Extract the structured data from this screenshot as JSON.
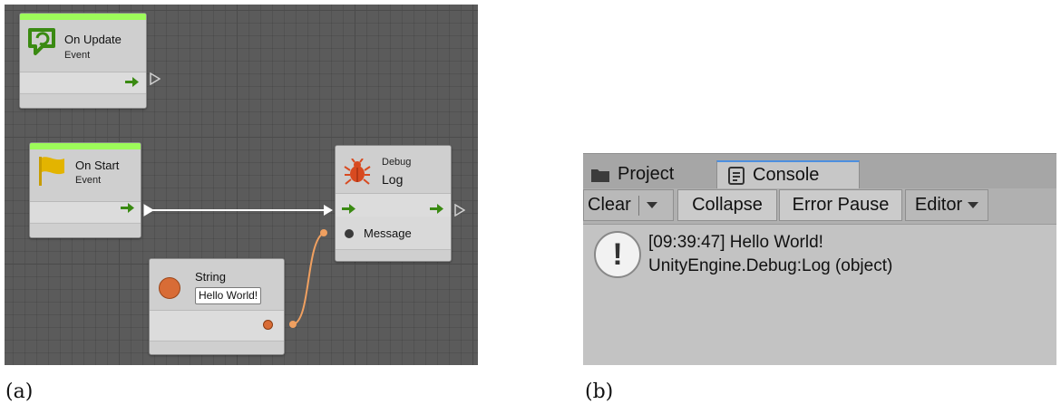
{
  "graph": {
    "on_update": {
      "title": "On Update",
      "subtitle": "Event"
    },
    "on_start": {
      "title": "On Start",
      "subtitle": "Event"
    },
    "debug_log": {
      "title_small": "Debug",
      "title": "Log",
      "message_label": "Message"
    },
    "string_node": {
      "title": "String",
      "value": "Hello World!"
    },
    "colors": {
      "event_bar": "#9dfb5a",
      "flow_arrow": "#3a8a12",
      "string_port": "#e0854a",
      "string_wire": "#f0a060"
    }
  },
  "console": {
    "tabs": [
      {
        "label": "Project",
        "icon": "folder-icon"
      },
      {
        "label": "Console",
        "icon": "console-icon"
      }
    ],
    "active_tab": "Console",
    "toolbar": {
      "clear": "Clear",
      "collapse": "Collapse",
      "error_pause": "Error Pause",
      "editor": "Editor"
    },
    "log_entry": {
      "line1": "[09:39:47] Hello World!",
      "line2": "UnityEngine.Debug:Log (object)",
      "icon": "info-exclamation-icon"
    }
  },
  "captions": {
    "a": "(a)",
    "b": "(b)"
  }
}
